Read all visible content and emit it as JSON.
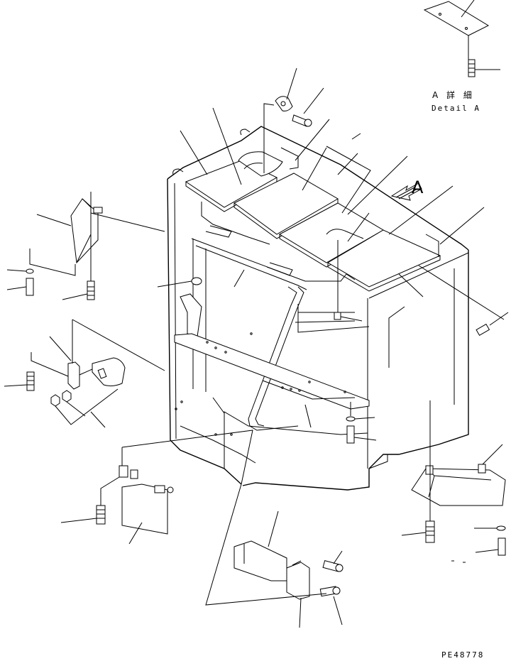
{
  "detail": {
    "label_jp": "A 詳 細",
    "label_en": "Detail A"
  },
  "view_arrow_label": "A",
  "drawing_number": "PE48778"
}
